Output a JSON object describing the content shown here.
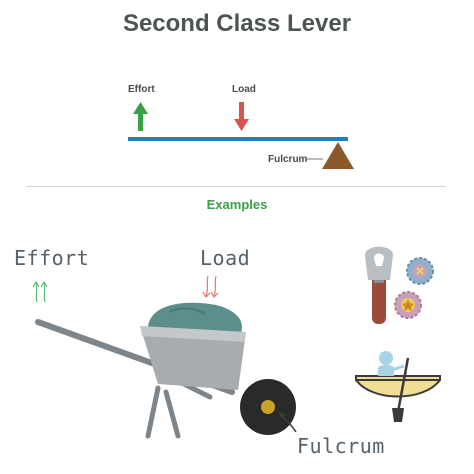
{
  "title": "Second Class Lever",
  "lever": {
    "effort_label": "Effort",
    "load_label": "Load",
    "fulcrum_label": "Fulcrum"
  },
  "section_title": "Examples",
  "examples": {
    "effort_label": "Effort",
    "load_label": "Load",
    "fulcrum_label": "Fulcrum"
  },
  "colors": {
    "title": "#4d5456",
    "beam": "#1f7fc4",
    "effort_arrow": "#3aa046",
    "load_arrow": "#d9534f",
    "fulcrum": "#8b5a2b",
    "examples_heading": "#3aa046",
    "wheelbarrow_tray": "#a7acb0",
    "wheelbarrow_load": "#5c8f8b",
    "wheel": "#2a2a2a",
    "canoe": "#f1dd96"
  },
  "icons": [
    "up-arrow-icon",
    "down-arrow-icon",
    "fulcrum-triangle-icon",
    "wheelbarrow-icon",
    "bottle-opener-icon",
    "bottle-cap-icon",
    "canoe-rower-icon"
  ]
}
